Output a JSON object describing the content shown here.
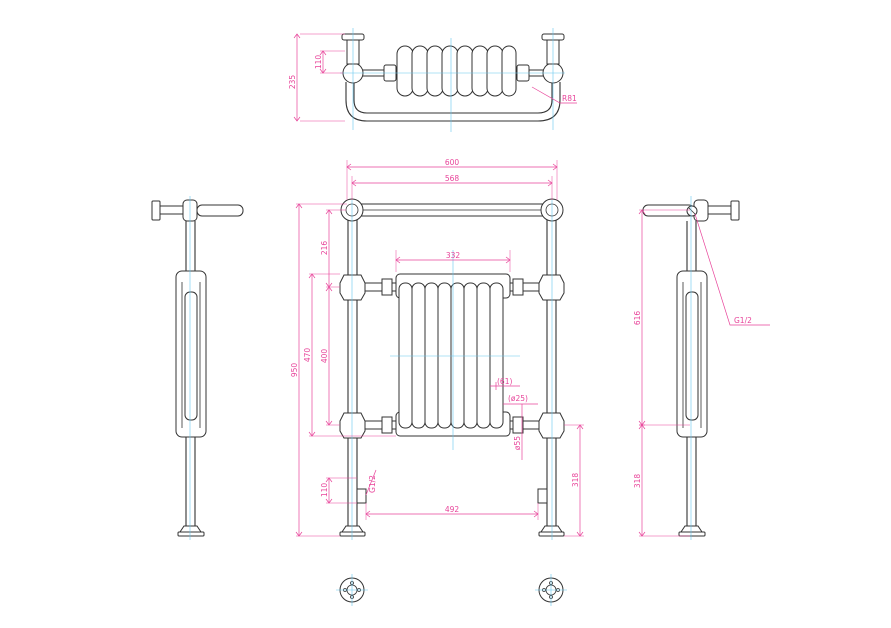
{
  "colors": {
    "outline": "#333333",
    "dimension": "#e8449a",
    "centerline": "#66c7ee",
    "background": "#ffffff"
  },
  "views": {
    "top": {
      "dims": {
        "depth": "235",
        "offset": "110",
        "radius": "R81"
      }
    },
    "front": {
      "dims": {
        "overall_width": "600",
        "rail_width": "568",
        "radiator_width": "332",
        "top_to_rail": "216",
        "overall_height": "950",
        "section_height_outer": "470",
        "section_height_inner": "400",
        "section_pitch": "(61)",
        "section_diameter": "(ø25)",
        "pipe_diameter": "ø55",
        "valve_height": "110",
        "valve_thread": "G1/2",
        "valve_centres": "492",
        "floor_to_rail": "318"
      }
    },
    "side": {
      "dims": {
        "upper": "616",
        "lower": "318",
        "thread": "G1/2"
      }
    }
  }
}
